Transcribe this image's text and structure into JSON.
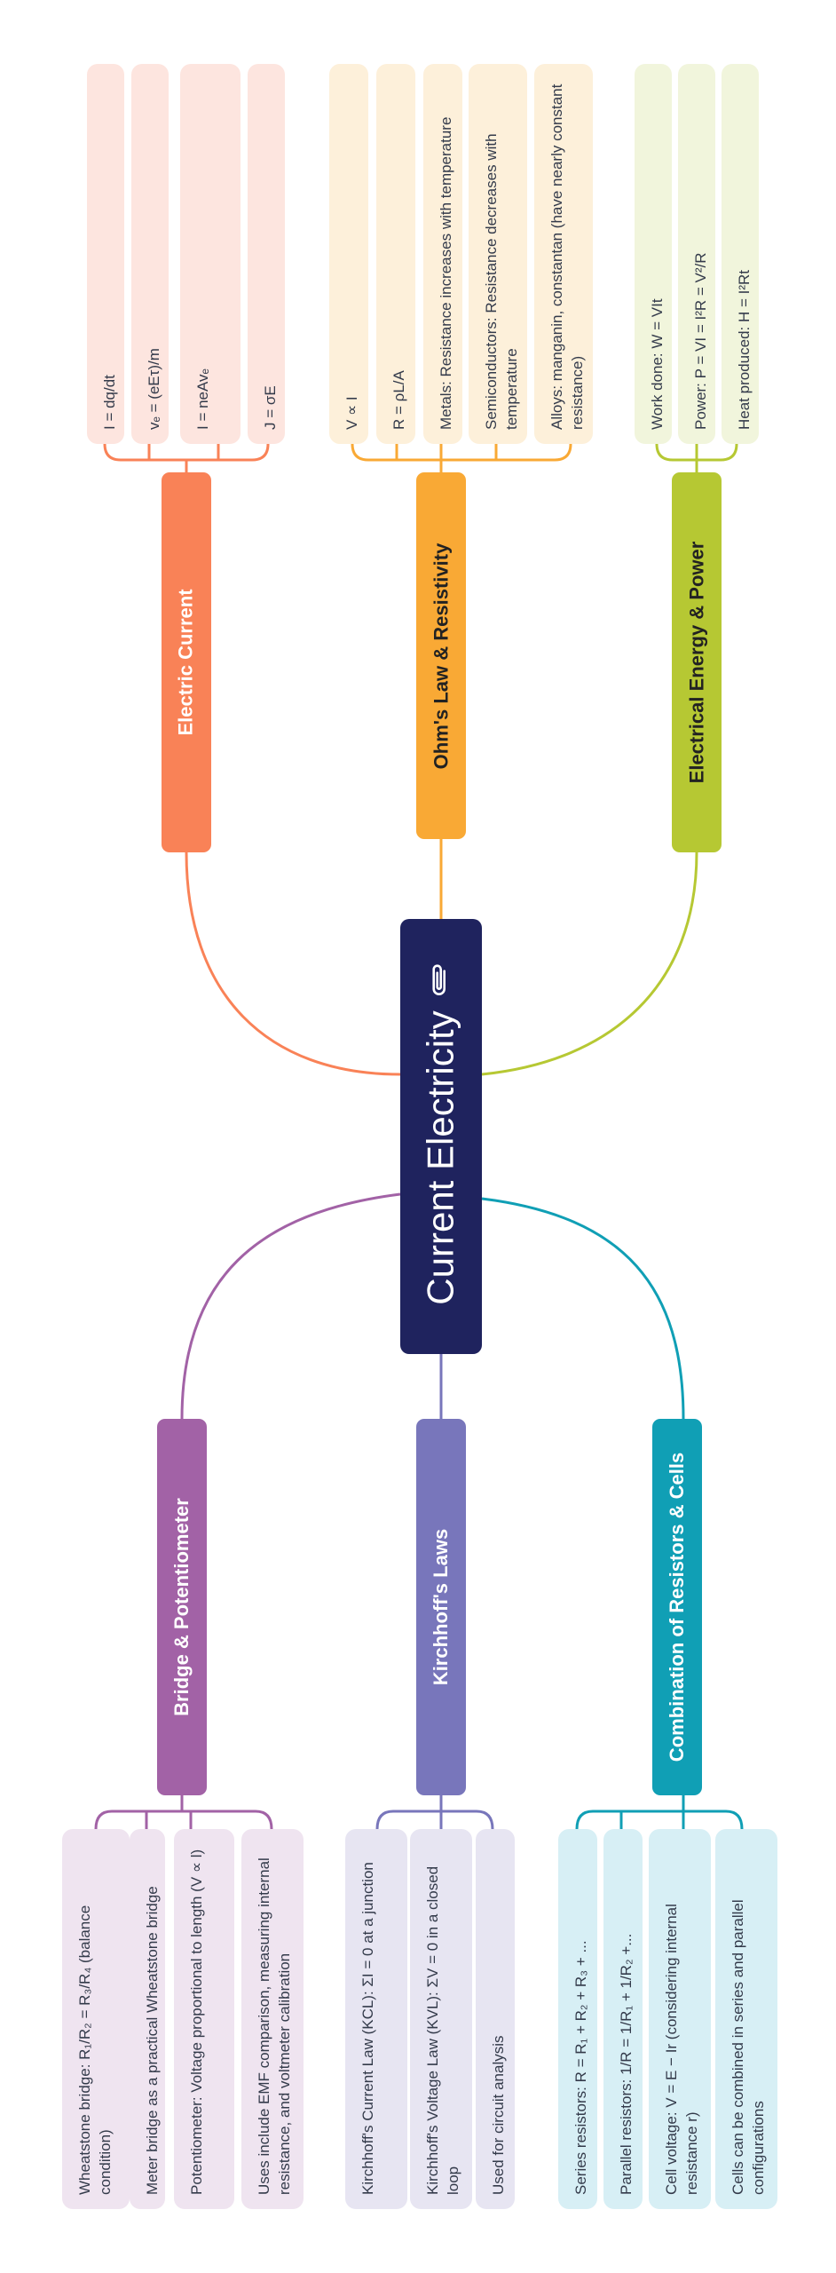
{
  "center": {
    "title": "Current Electricity",
    "icon": "paperclip-icon"
  },
  "colors": {
    "electric_current": "#f98257",
    "ohms_law": "#f9a935",
    "energy_power": "#b6c833",
    "bridge": "#a262a6",
    "kirchhoff": "#7876bb",
    "combination": "#109fb5",
    "center": "#1f235e"
  },
  "branches": [
    {
      "id": "electric-current",
      "label": "Electric Current",
      "leaves": [
        "I = dq/dt",
        "vₑ = (eEτ)/m",
        "I = neAvₑ",
        "J = σE"
      ]
    },
    {
      "id": "ohms-law",
      "label": "Ohm's Law & Resistivity",
      "leaves": [
        "V ∝ I",
        "R = ρL/A",
        "Metals: Resistance increases with temperature",
        "Semiconductors: Resistance decreases with temperature",
        "Alloys: manganin, constantan (have nearly constant resistance)"
      ]
    },
    {
      "id": "energy-power",
      "label": "Electrical Energy & Power",
      "leaves": [
        "Work done: W = VIt",
        "Power: P = VI = I²R = V²/R",
        "Heat produced: H = I²Rt"
      ]
    },
    {
      "id": "bridge",
      "label": "Bridge & Potentiometer",
      "leaves": [
        "Wheatstone bridge: R₁/R₂ = R₃/R₄ (balance condition)",
        "Meter bridge as a practical Wheatstone bridge",
        "Potentiometer: Voltage proportional to length (V ∝ l)",
        "Uses include EMF comparison, measuring internal resistance, and voltmeter calibration"
      ]
    },
    {
      "id": "kirchhoff",
      "label": "Kirchhoff's Laws",
      "leaves": [
        "Kirchhoff's Current Law (KCL): ΣI = 0 at a junction",
        "Kirchhoff's Voltage Law (KVL): ΣV = 0 in a closed loop",
        "Used for circuit analysis"
      ]
    },
    {
      "id": "combination",
      "label": "Combination of Resistors & Cells",
      "leaves": [
        "Series resistors: R = R₁ + R₂ + R₃ + ...",
        "Parallel resistors: 1/R = 1/R₁ + 1/R₂ +...",
        "Cell voltage: V = E − Ir (considering internal resistance r)",
        "Cells can be combined in series and parallel configurations"
      ]
    }
  ]
}
